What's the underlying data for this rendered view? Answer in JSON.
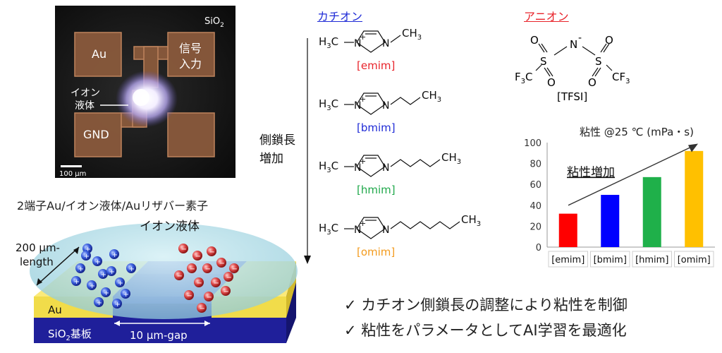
{
  "photo": {
    "oxide_label": "SiO",
    "oxide_sub": "2",
    "pad_au": "Au",
    "pad_signal_line1": "信号",
    "pad_signal_line2": "入力",
    "il_label_line1": "イオン",
    "il_label_line2": "液体",
    "pad_gnd": "GND",
    "scale_bar": "100 μm"
  },
  "device": {
    "title": "2端子Au/イオン液体/Auリザバー素子",
    "ionic_liquid": "イオン液体",
    "length_line1": "200 μm-",
    "length_line2": "length",
    "electrode": "Au",
    "substrate_pre": "SiO",
    "substrate_sub": "2",
    "substrate_post": "基板",
    "gap": "10 μm-gap",
    "cation_sign": "+",
    "anion_sign": "−"
  },
  "cations": {
    "header": "カチオン",
    "chain_label_line1": "側鎖長",
    "chain_label_line2": "増加",
    "methyl_H": "H",
    "methyl_sub": "3",
    "methyl_C": "C",
    "atom_N": "N",
    "charge_plus": "+",
    "chain_end": "CH",
    "chain_end_sub": "3",
    "items": [
      {
        "name": "[emim]",
        "color": "#e8232a"
      },
      {
        "name": "[bmim]",
        "color": "#1f2bd6"
      },
      {
        "name": "[hmim]",
        "color": "#1fa84a"
      },
      {
        "name": "[omim]",
        "color": "#f39b1e"
      }
    ]
  },
  "anion": {
    "header": "アニオン",
    "header_color": "#e8232a",
    "name": "[TFSI]",
    "atom_N": "N",
    "atom_N_charge": "-",
    "atom_S": "S",
    "atom_O": "O",
    "group_left": "F",
    "group_left_sub": "3",
    "group_left_post": "C",
    "group_right": "CF",
    "group_right_sub": "3"
  },
  "chart_data": {
    "type": "bar",
    "title": "粘性 @25 ℃ (mPa・s)",
    "categories": [
      "[emim]",
      "[bmim]",
      "[hmim]",
      "[omim]"
    ],
    "values": [
      32,
      50,
      67,
      92
    ],
    "colors": [
      "#ff0000",
      "#0000ff",
      "#1fb04a",
      "#ffc000"
    ],
    "ylim": [
      0,
      100
    ],
    "yticks": [
      0,
      20,
      40,
      60,
      80,
      100
    ],
    "annotation": "粘性増加",
    "grid": false
  },
  "bullets": {
    "check": "✓",
    "items": [
      "カチオン側鎖長の調整により粘性を制御",
      "粘性をパラメータとしてAI学習を最適化"
    ]
  }
}
